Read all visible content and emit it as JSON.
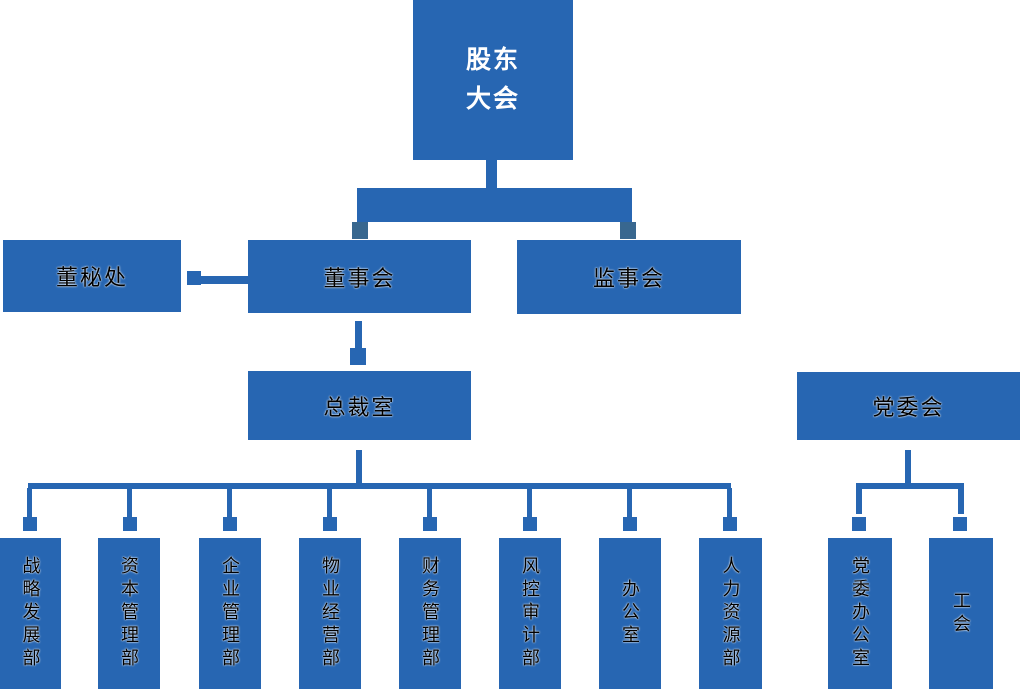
{
  "colors": {
    "box_blue": "#2766b2",
    "connector_blue": "#2766b2",
    "junction_dark": "#38678f",
    "canvas": "#ffffff",
    "root_text": "#ffffff",
    "node_text": "#000000"
  },
  "org": {
    "root": {
      "label": "股东大会",
      "lines": [
        "股东",
        "大会"
      ]
    },
    "level2": {
      "board_secretary_office": "董秘处",
      "board_of_directors": "董事会",
      "supervisory_board": "监事会"
    },
    "level3": {
      "presidents_office": "总裁室",
      "party_committee": "党委会"
    },
    "departments": [
      "战略发展部",
      "资本管理部",
      "企业管理部",
      "物业经营部",
      "财务管理部",
      "风控审计部",
      "办公室",
      "人力资源部"
    ],
    "party_units": [
      "党委办公室",
      "工会"
    ],
    "hierarchy": {
      "股东大会": [
        "董事会",
        "监事会"
      ],
      "董事会": [
        "董秘处",
        "总裁室"
      ],
      "总裁室": [
        "战略发展部",
        "资本管理部",
        "企业管理部",
        "物业经营部",
        "财务管理部",
        "风控审计部",
        "办公室",
        "人力资源部"
      ],
      "党委会": [
        "党委办公室",
        "工会"
      ]
    }
  }
}
